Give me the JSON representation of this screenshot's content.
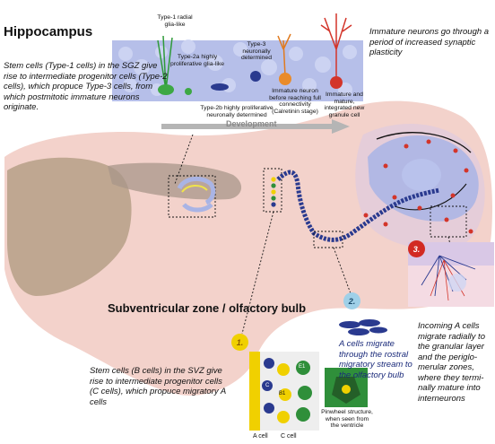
{
  "hippocampus": {
    "title": "Hippocampus",
    "stem_text": "Stem cells (Type-1 cells) in the SGZ give rise to intermediate progenitor cells (Type-2 cells), which propuce Type-3 cells, from which postmitotic immature neurons originate.",
    "plasticity_text": "Immature neurons go through a period of increased synaptic plasticity",
    "development_label": "Development",
    "cells": {
      "type1": "Type-1 radial glia-like",
      "type2a": "Type-2a highly proliferative glia-like",
      "type2b": "Type-2b highly proliferative neuronally determined",
      "type3": "Type-3 neuronally determined",
      "immature": "Immature neuron before reaching full connectivity (Calretinin stage)",
      "mature": "Immature and mature, integrated new granule cell"
    }
  },
  "svz": {
    "title": "Subventricular zone / olfactory bulb",
    "step1_text": "Stem cells (B cells) in the SVZ give rise to intermediate progenitor cells (C cells), which propuce migratory A cells",
    "step2_text": "A cells migrate through the rostral migratory stream to the olfactory bulb",
    "step3_text": "Incoming A cells migrate radially to the granular layer and the periglo-merular zones, where they termi-nally mature into interneurons",
    "pinwheel_text": "Pinwheel structure, when seen from the ventricle",
    "a_cell": "A cell",
    "c_cell": "C cell",
    "e1": "E1",
    "b1": "B1",
    "c": "C"
  },
  "steps": [
    "1.",
    "2.",
    "3."
  ],
  "colors": {
    "brain": "#f3d2cb",
    "cortex": "#bfa791",
    "ventricle": "#a9b4e5",
    "rms": "#2a3a8f",
    "red_dot": "#d3352a",
    "step1": "#f0d000",
    "step2": "#9fd0e8",
    "step3": "#d22a22"
  }
}
